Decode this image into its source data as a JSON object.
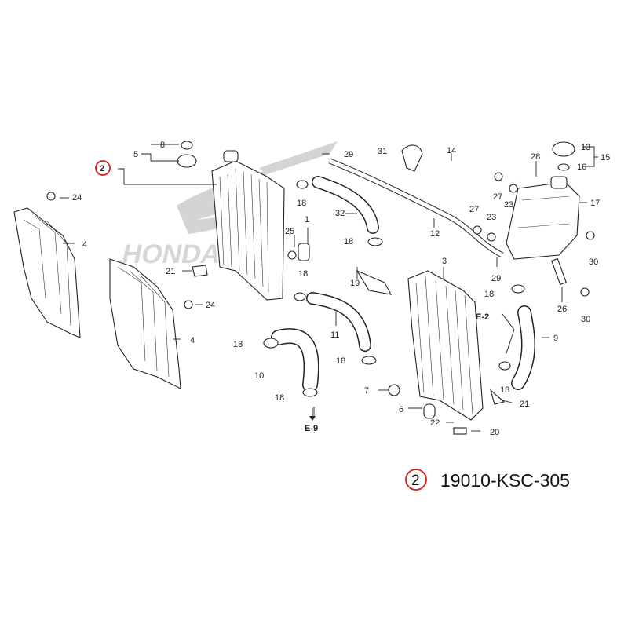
{
  "diagram": {
    "highlight_ref": "2",
    "callouts": [
      "1",
      "2",
      "3",
      "4",
      "4",
      "5",
      "6",
      "7",
      "8",
      "9",
      "10",
      "11",
      "12",
      "13",
      "14",
      "15",
      "16",
      "17",
      "18",
      "18",
      "18",
      "18",
      "18",
      "18",
      "18",
      "18",
      "19",
      "20",
      "21",
      "21",
      "22",
      "23",
      "23",
      "24",
      "24",
      "25",
      "26",
      "27",
      "27",
      "28",
      "29",
      "29",
      "30",
      "30",
      "31",
      "32"
    ],
    "section_refs": [
      "E-2",
      "E-9"
    ],
    "watermark_text": "HONDA"
  },
  "caption": {
    "ref_number": "2",
    "part_number": "19010-KSC-305"
  }
}
